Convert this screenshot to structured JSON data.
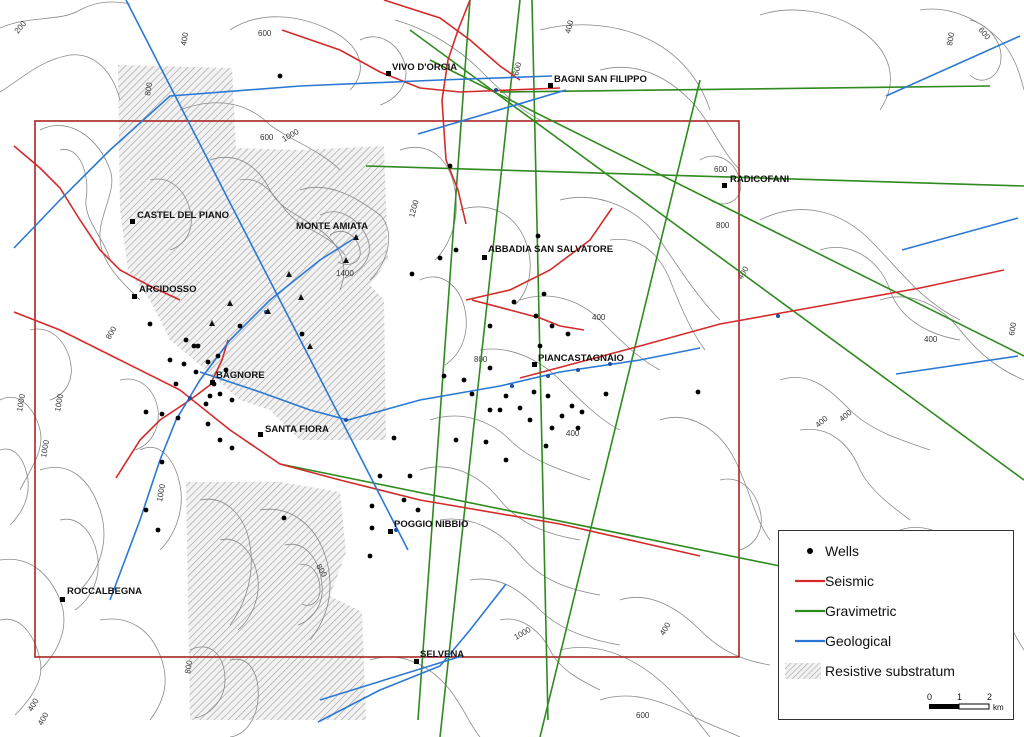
{
  "colors": {
    "seismic": "#d42a2a",
    "gravimetric": "#2f8a1f",
    "geological": "#2b78d4",
    "study_area": "#a82424",
    "contour": "#7a7a7a",
    "hatch": "#9a9a9a"
  },
  "towns": [
    {
      "name": "VIVO D'ORCIA"
    },
    {
      "name": "BAGNI SAN FILIPPO"
    },
    {
      "name": "RADICOFANI"
    },
    {
      "name": "CASTEL DEL PIANO"
    },
    {
      "name": "MONTE AMIATA"
    },
    {
      "name": "ABBADIA SAN SALVATORE"
    },
    {
      "name": "ARCIDOSSO"
    },
    {
      "name": "PIANCASTAGNAIO"
    },
    {
      "name": "BAGNORE"
    },
    {
      "name": "SANTA FIORA"
    },
    {
      "name": "POGGIO NIBBIO"
    },
    {
      "name": "ROCCALBEGNA"
    },
    {
      "name": "SELVENA"
    }
  ],
  "contour_labels": [
    "200",
    "600",
    "400",
    "400",
    "600",
    "800",
    "800",
    "1000",
    "1200",
    "1400",
    "1000",
    "1000",
    "600",
    "800",
    "400",
    "400",
    "800",
    "1000",
    "800",
    "800",
    "1000",
    "1000",
    "600",
    "400",
    "600",
    "400",
    "600",
    "400",
    "400",
    "400",
    "400",
    "600",
    "800",
    "400"
  ],
  "legend": {
    "items": [
      {
        "label": "Wells",
        "symbol": "dot"
      },
      {
        "label": "Seismic",
        "symbol": "line-seismic"
      },
      {
        "label": "Gravimetric",
        "symbol": "line-gravimetric"
      },
      {
        "label": "Geological",
        "symbol": "line-geological"
      },
      {
        "label": "Resistive substratum",
        "symbol": "hatch"
      }
    ],
    "scale": {
      "ticks": [
        "0",
        "1",
        "2"
      ],
      "unit": "km"
    }
  }
}
